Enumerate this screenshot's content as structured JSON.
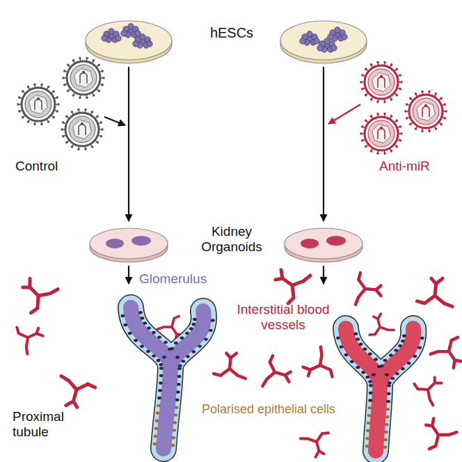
{
  "diagram": {
    "labels": [
      "hESCs",
      "Control",
      "Anti-miR",
      "Kidney Organoids",
      "Glomerulus",
      "Interstitial blood vessels",
      "Proximal tubule",
      "Polarised epithelial cells"
    ]
  }
}
